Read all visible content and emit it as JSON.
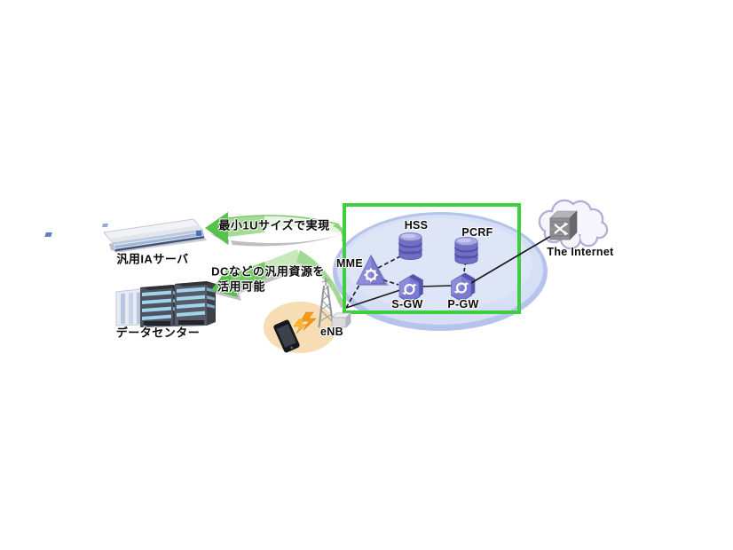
{
  "labels": {
    "server": "汎用IAサーバ",
    "datacenter": "データセンター",
    "arrow_top": "最小1Uサイズで実現",
    "arrow_bottom_line1": "DCなどの汎用資源を",
    "arrow_bottom_line2": "活用可能",
    "mme": "MME",
    "hss": "HSS",
    "pcrf": "PCRF",
    "sgw": "S-GW",
    "pgw": "P-GW",
    "enb": "eNB",
    "internet": "The Internet"
  },
  "icons": {
    "mme": "triangle-gear-icon",
    "hss": "database-cylinder-icon",
    "pcrf": "database-cylinder-icon",
    "sgw": "hexagon-router-icon",
    "pgw": "hexagon-router-icon",
    "internet": "switch-cube-icon",
    "enb": "antenna-tower-icon",
    "ue": "smartphone-icon",
    "radio": "lightning-bolt-icon",
    "server": "rack-server-1u-icon",
    "datacenter": "buildings-icon",
    "cloud": "cloud-icon"
  },
  "colors": {
    "highlight_box_green": "#3ecf3e",
    "arrow_green": "#56c24b",
    "epc_ellipse_fill": "#d6dff5",
    "epc_ellipse_border": "#a9b8e6",
    "node_purple": "#7a7ad0",
    "node_purple_dark": "#5656b4",
    "radio_area_orange": "#f7ddb4",
    "line_black": "#1a1a1a"
  }
}
